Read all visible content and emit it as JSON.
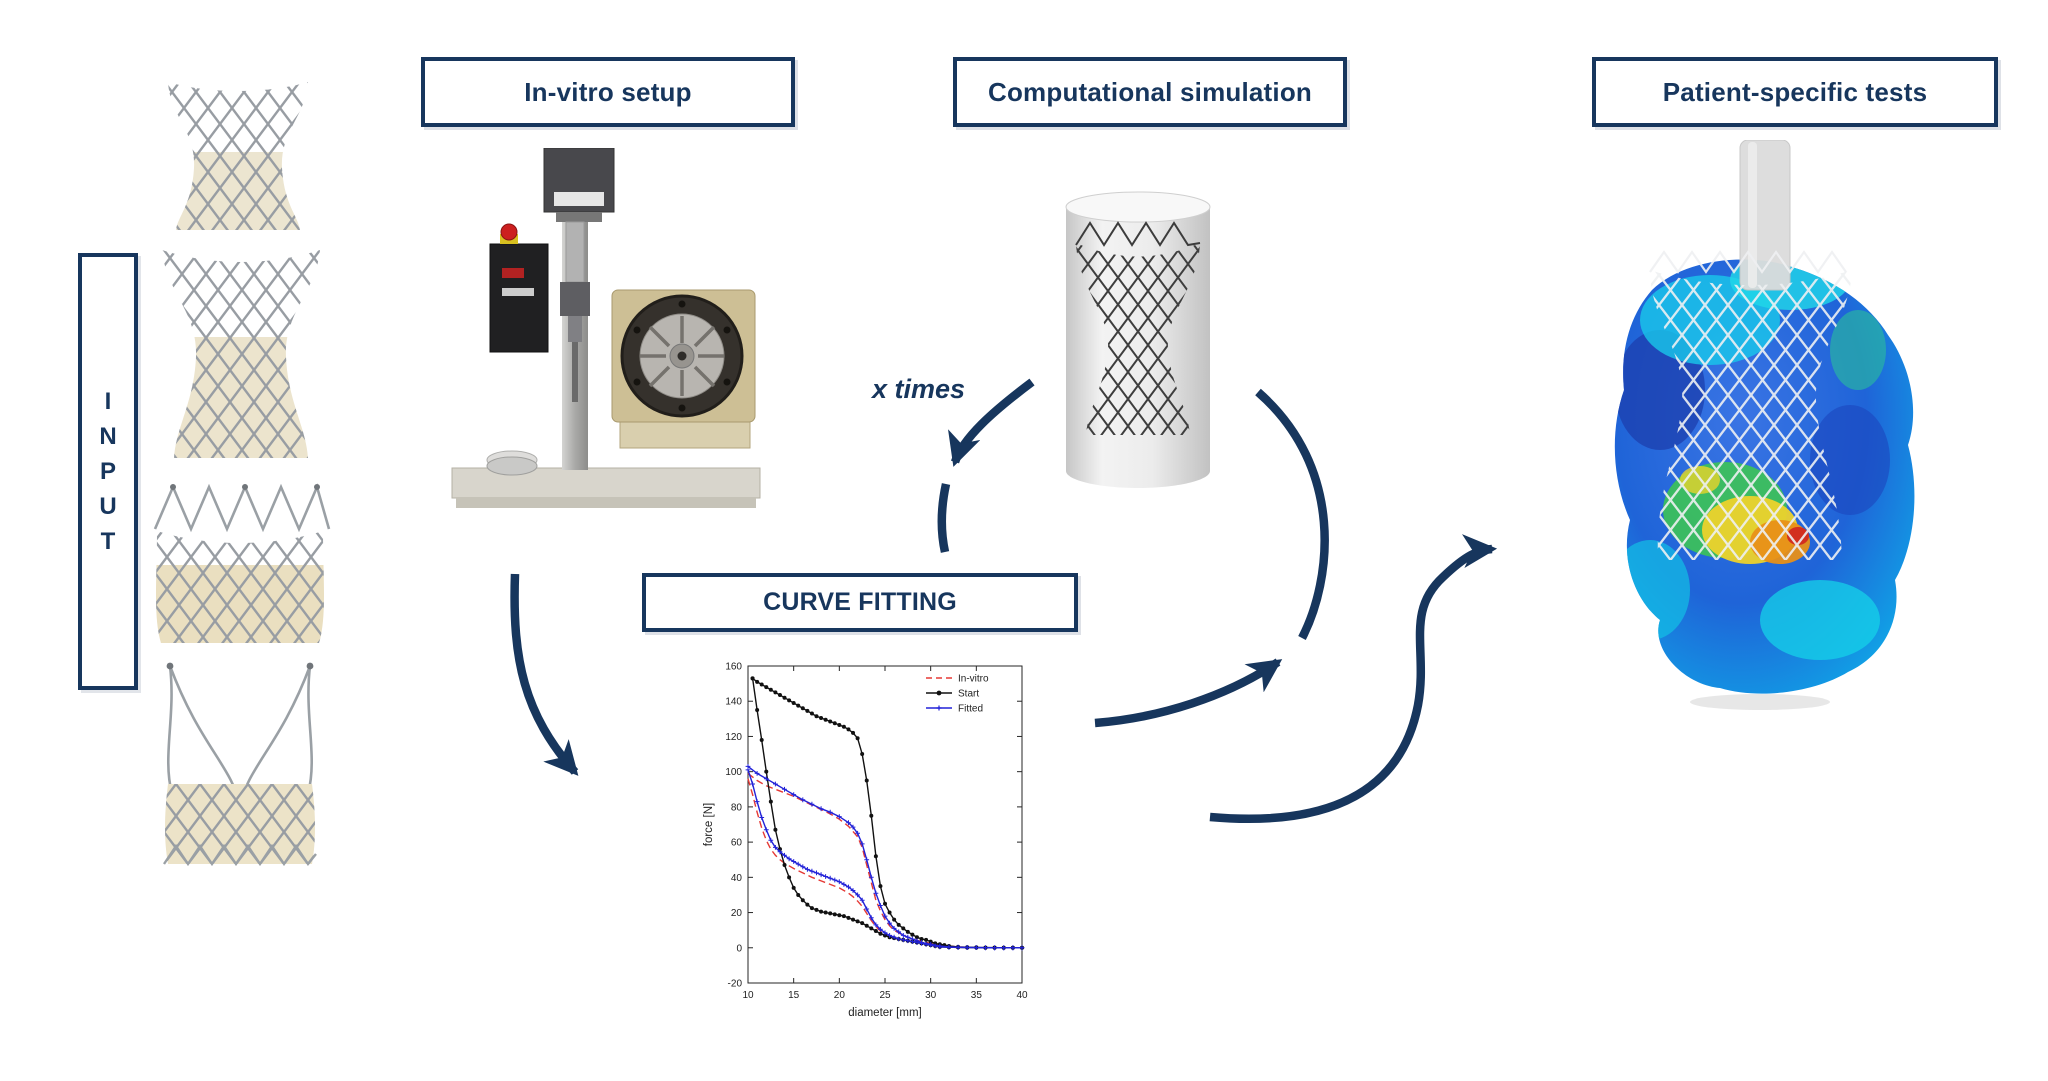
{
  "palette": {
    "navy": "#17365d",
    "chart_red": "#e53935",
    "chart_blue": "#2222d8",
    "chart_black": "#111111",
    "axis_color": "#262626"
  },
  "input_panel": {
    "letters": [
      "I",
      "N",
      "P",
      "U",
      "T"
    ]
  },
  "headers": {
    "invitro": "In-vitro setup",
    "simulation": "Computational simulation",
    "patient": "Patient-specific tests"
  },
  "curve_fitting_label": "CURVE FITTING",
  "loop_annotation": "x times",
  "graphics": {
    "stent_photos": [
      "self-expanding valve stent 1",
      "self-expanding valve stent 2",
      "balloon-expandable valve stent",
      "tall-strut valve stent"
    ],
    "invitro_photo": "radial crimping test machine",
    "simulation_render": "stent mesh inside grey cylinder",
    "patient_image": "FEA aortic root simulation with deployed stent and catheter"
  },
  "chart_data": {
    "type": "line",
    "title": "",
    "xlabel": "diameter  [mm]",
    "ylabel": "force  [N]",
    "xlim": [
      10,
      40
    ],
    "ylim": [
      -20,
      160
    ],
    "xticks": [
      10,
      15,
      20,
      25,
      30,
      35,
      40
    ],
    "yticks": [
      -20,
      0,
      20,
      40,
      60,
      80,
      100,
      120,
      140,
      160
    ],
    "grid": false,
    "legend_position": "top-right",
    "legend": [
      "In-vitro",
      "Start",
      "Fitted"
    ],
    "series": [
      {
        "name": "In-vitro",
        "color": "#e53935",
        "dash": true,
        "marker": "none",
        "branches": [
          [
            [
              10,
              99
            ],
            [
              11,
              95
            ],
            [
              12,
              92
            ],
            [
              13,
              90
            ],
            [
              14,
              88
            ],
            [
              15,
              86
            ],
            [
              16,
              83.5
            ],
            [
              17,
              81
            ],
            [
              18,
              78.5
            ],
            [
              19,
              76
            ],
            [
              20,
              73
            ],
            [
              21,
              69
            ],
            [
              22,
              63
            ],
            [
              22.5,
              57
            ],
            [
              23,
              47
            ],
            [
              23.5,
              37
            ],
            [
              24,
              27
            ],
            [
              24.5,
              21
            ],
            [
              25,
              16
            ],
            [
              25.5,
              12.5
            ],
            [
              26,
              10
            ],
            [
              27,
              7
            ],
            [
              28,
              5
            ],
            [
              29,
              3.5
            ],
            [
              30,
              2.5
            ],
            [
              31,
              1.5
            ],
            [
              32,
              1
            ],
            [
              33,
              0.5
            ],
            [
              34,
              0.3
            ]
          ],
          [
            [
              10,
              96
            ],
            [
              10.5,
              87
            ],
            [
              11,
              77
            ],
            [
              11.5,
              68
            ],
            [
              12,
              61
            ],
            [
              12.5,
              56
            ],
            [
              13,
              52.5
            ],
            [
              13.5,
              50
            ],
            [
              14,
              48
            ],
            [
              15,
              45
            ],
            [
              16,
              42.5
            ],
            [
              17,
              40
            ],
            [
              18,
              38
            ],
            [
              19,
              36
            ],
            [
              20,
              34
            ],
            [
              20.5,
              32.5
            ],
            [
              21,
              31
            ],
            [
              21.5,
              29
            ],
            [
              22,
              26.5
            ],
            [
              22.5,
              23.5
            ],
            [
              23,
              19.5
            ],
            [
              23.5,
              15.5
            ],
            [
              24,
              12
            ],
            [
              24.5,
              9.5
            ],
            [
              25,
              8
            ],
            [
              26,
              5.5
            ],
            [
              27,
              4.5
            ],
            [
              28,
              3.5
            ],
            [
              29,
              2.5
            ],
            [
              30,
              2
            ],
            [
              31,
              1
            ],
            [
              32,
              0.5
            ],
            [
              33,
              0.3
            ],
            [
              34,
              0.2
            ]
          ]
        ]
      },
      {
        "name": "Start",
        "color": "#111111",
        "dash": false,
        "marker": "dot",
        "branches": [
          [
            [
              10.5,
              153
            ],
            [
              11,
              151
            ],
            [
              11.5,
              149.5
            ],
            [
              12,
              148
            ],
            [
              12.5,
              146.5
            ],
            [
              13,
              145
            ],
            [
              13.5,
              143.5
            ],
            [
              14,
              142
            ],
            [
              14.5,
              140.5
            ],
            [
              15,
              139
            ],
            [
              15.5,
              137.5
            ],
            [
              16,
              136
            ],
            [
              16.5,
              134.5
            ],
            [
              17,
              133
            ],
            [
              17.5,
              131.5
            ],
            [
              18,
              130.5
            ],
            [
              18.5,
              129.5
            ],
            [
              19,
              128.5
            ],
            [
              19.5,
              127.5
            ],
            [
              20,
              126.5
            ],
            [
              20.5,
              125.5
            ],
            [
              21,
              124
            ],
            [
              21.5,
              122
            ],
            [
              22,
              119
            ],
            [
              22.5,
              110
            ],
            [
              23,
              95
            ],
            [
              23.5,
              75
            ],
            [
              24,
              52
            ],
            [
              24.5,
              35
            ],
            [
              25,
              25
            ],
            [
              25.5,
              20
            ],
            [
              26,
              16
            ],
            [
              26.5,
              13
            ],
            [
              27,
              11
            ],
            [
              27.5,
              9
            ],
            [
              28,
              7.5
            ],
            [
              28.5,
              6
            ],
            [
              29,
              5
            ],
            [
              29.5,
              4.5
            ],
            [
              30,
              3.5
            ],
            [
              30.5,
              2.5
            ],
            [
              31,
              2
            ],
            [
              31.5,
              1.5
            ],
            [
              32,
              1
            ],
            [
              33,
              0.5
            ],
            [
              34,
              0.3
            ],
            [
              35,
              0.2
            ],
            [
              36,
              0.1
            ],
            [
              37,
              0.1
            ],
            [
              38,
              0
            ],
            [
              39,
              0
            ],
            [
              40,
              0
            ]
          ],
          [
            [
              10.5,
              153
            ],
            [
              11,
              135
            ],
            [
              11.5,
              118
            ],
            [
              12,
              100
            ],
            [
              12.5,
              83
            ],
            [
              13,
              67
            ],
            [
              13.5,
              56
            ],
            [
              14,
              47
            ],
            [
              14.5,
              40
            ],
            [
              15,
              34
            ],
            [
              15.5,
              30
            ],
            [
              16,
              27
            ],
            [
              16.5,
              24.5
            ],
            [
              17,
              22.5
            ],
            [
              17.5,
              21.5
            ],
            [
              18,
              20.5
            ],
            [
              18.5,
              20
            ],
            [
              19,
              19.5
            ],
            [
              19.5,
              19
            ],
            [
              20,
              18.5
            ],
            [
              20.5,
              18
            ],
            [
              21,
              17
            ],
            [
              21.5,
              16
            ],
            [
              22,
              15
            ],
            [
              22.5,
              14
            ],
            [
              23,
              12.5
            ],
            [
              23.5,
              11
            ],
            [
              24,
              9.5
            ],
            [
              24.5,
              8
            ],
            [
              25,
              7
            ],
            [
              25.5,
              6
            ],
            [
              26,
              5.5
            ],
            [
              26.5,
              5
            ],
            [
              27,
              4.5
            ],
            [
              27.5,
              4
            ],
            [
              28,
              3.5
            ],
            [
              28.5,
              3
            ],
            [
              29,
              2.5
            ],
            [
              29.5,
              2
            ],
            [
              30,
              1.5
            ],
            [
              30.5,
              1
            ],
            [
              31,
              0.5
            ],
            [
              32,
              0.3
            ],
            [
              33,
              0.2
            ],
            [
              34,
              0.1
            ],
            [
              35,
              0.1
            ],
            [
              36,
              0
            ],
            [
              37,
              0
            ],
            [
              38,
              0
            ],
            [
              39,
              0
            ],
            [
              40,
              0
            ]
          ]
        ]
      },
      {
        "name": "Fitted",
        "color": "#2222d8",
        "dash": false,
        "marker": "plus",
        "branches": [
          [
            [
              10,
              103
            ],
            [
              11,
              99
            ],
            [
              12,
              96
            ],
            [
              13,
              93
            ],
            [
              14,
              90
            ],
            [
              15,
              87
            ],
            [
              16,
              84
            ],
            [
              17,
              81.5
            ],
            [
              18,
              79
            ],
            [
              19,
              77
            ],
            [
              20,
              74.5
            ],
            [
              21,
              71
            ],
            [
              21.5,
              68.5
            ],
            [
              22,
              65
            ],
            [
              22.5,
              59
            ],
            [
              23,
              50
            ],
            [
              23.5,
              40
            ],
            [
              24,
              31
            ],
            [
              24.5,
              24
            ],
            [
              25,
              18
            ],
            [
              25.5,
              14
            ],
            [
              26,
              11
            ],
            [
              26.5,
              9
            ],
            [
              27,
              7
            ],
            [
              27.5,
              6
            ],
            [
              28,
              5
            ],
            [
              28.5,
              4
            ],
            [
              29,
              3
            ],
            [
              30,
              2
            ],
            [
              31,
              1
            ],
            [
              32,
              0.5
            ],
            [
              33,
              0.3
            ],
            [
              34,
              0.2
            ],
            [
              35,
              0.1
            ],
            [
              36,
              0.1
            ],
            [
              37,
              0
            ],
            [
              38,
              0
            ],
            [
              39,
              0
            ],
            [
              40,
              0
            ]
          ],
          [
            [
              10,
              101
            ],
            [
              10.5,
              93
            ],
            [
              11,
              83
            ],
            [
              11.5,
              74
            ],
            [
              12,
              67
            ],
            [
              12.5,
              61
            ],
            [
              13,
              57
            ],
            [
              13.5,
              54.5
            ],
            [
              14,
              52.5
            ],
            [
              14.5,
              50.5
            ],
            [
              15,
              49
            ],
            [
              15.5,
              47.5
            ],
            [
              16,
              46
            ],
            [
              16.5,
              44.5
            ],
            [
              17,
              43.5
            ],
            [
              17.5,
              42.5
            ],
            [
              18,
              41.5
            ],
            [
              18.5,
              40.5
            ],
            [
              19,
              39.5
            ],
            [
              19.5,
              38.5
            ],
            [
              20,
              37.5
            ],
            [
              20.5,
              36
            ],
            [
              21,
              34.5
            ],
            [
              21.5,
              32.5
            ],
            [
              22,
              30
            ],
            [
              22.5,
              27
            ],
            [
              23,
              22
            ],
            [
              23.5,
              17
            ],
            [
              24,
              13
            ],
            [
              24.5,
              10.5
            ],
            [
              25,
              8.5
            ],
            [
              25.5,
              7
            ],
            [
              26,
              6
            ],
            [
              26.5,
              5
            ],
            [
              27,
              4.5
            ],
            [
              27.5,
              4
            ],
            [
              28,
              3.5
            ],
            [
              28.5,
              3
            ],
            [
              29,
              2.5
            ],
            [
              29.5,
              2
            ],
            [
              30,
              1.5
            ],
            [
              30.5,
              1
            ],
            [
              31,
              0.5
            ],
            [
              32,
              0.3
            ],
            [
              33,
              0.2
            ],
            [
              34,
              0.1
            ],
            [
              35,
              0.1
            ],
            [
              36,
              0
            ],
            [
              37,
              0
            ],
            [
              38,
              0
            ],
            [
              39,
              0
            ],
            [
              40,
              0
            ]
          ]
        ]
      }
    ]
  }
}
